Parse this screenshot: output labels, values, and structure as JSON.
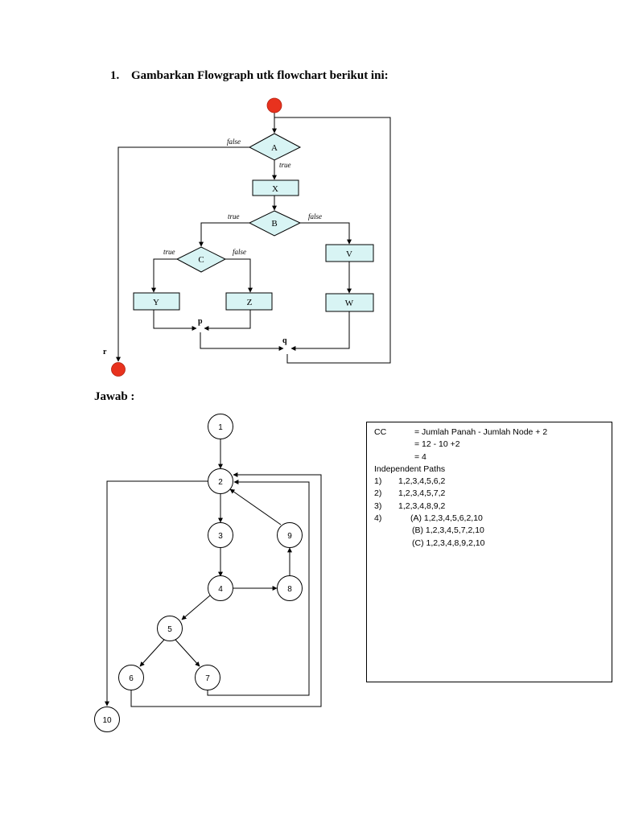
{
  "question": {
    "number": "1.",
    "text": "Gambarkan Flowgraph utk flowchart berikut ini:"
  },
  "flowchart": {
    "decisions": {
      "a": "A",
      "b": "B",
      "c": "C"
    },
    "processes": {
      "x": "X",
      "v": "V",
      "y": "Y",
      "z": "Z",
      "w": "W"
    },
    "connectors": {
      "p": "p",
      "q": "q",
      "r": "r"
    },
    "edge_labels": {
      "a_false": "false",
      "a_true": "true",
      "b_true": "true",
      "b_false": "false",
      "c_true": "true",
      "c_false": "false"
    },
    "colors": {
      "terminal": "#e8321e",
      "shape_fill": "#d8f4f4"
    }
  },
  "answer_label": "Jawab :",
  "flowgraph": {
    "nodes": [
      "1",
      "2",
      "3",
      "4",
      "5",
      "6",
      "7",
      "8",
      "9",
      "10"
    ]
  },
  "answer": {
    "cc_label": "CC",
    "cc_formula": "= Jumlah Panah - Jumlah Node + 2",
    "cc_calc": "= 12 - 10 +2",
    "cc_result": "= 4",
    "paths_title": "Independent Paths",
    "paths": [
      {
        "num": "1)",
        "path": "1,2,3,4,5,6,2"
      },
      {
        "num": "2)",
        "path": "1,2,3,4,5,7,2"
      },
      {
        "num": "3)",
        "path": "1,2,3,4,8,9,2"
      }
    ],
    "path4_num": "4)",
    "path4": [
      "(A) 1,2,3,4,5,6,2,10",
      "(B) 1,2,3,4,5,7,2,10",
      "(C) 1,2,3,4,8,9,2,10"
    ]
  }
}
